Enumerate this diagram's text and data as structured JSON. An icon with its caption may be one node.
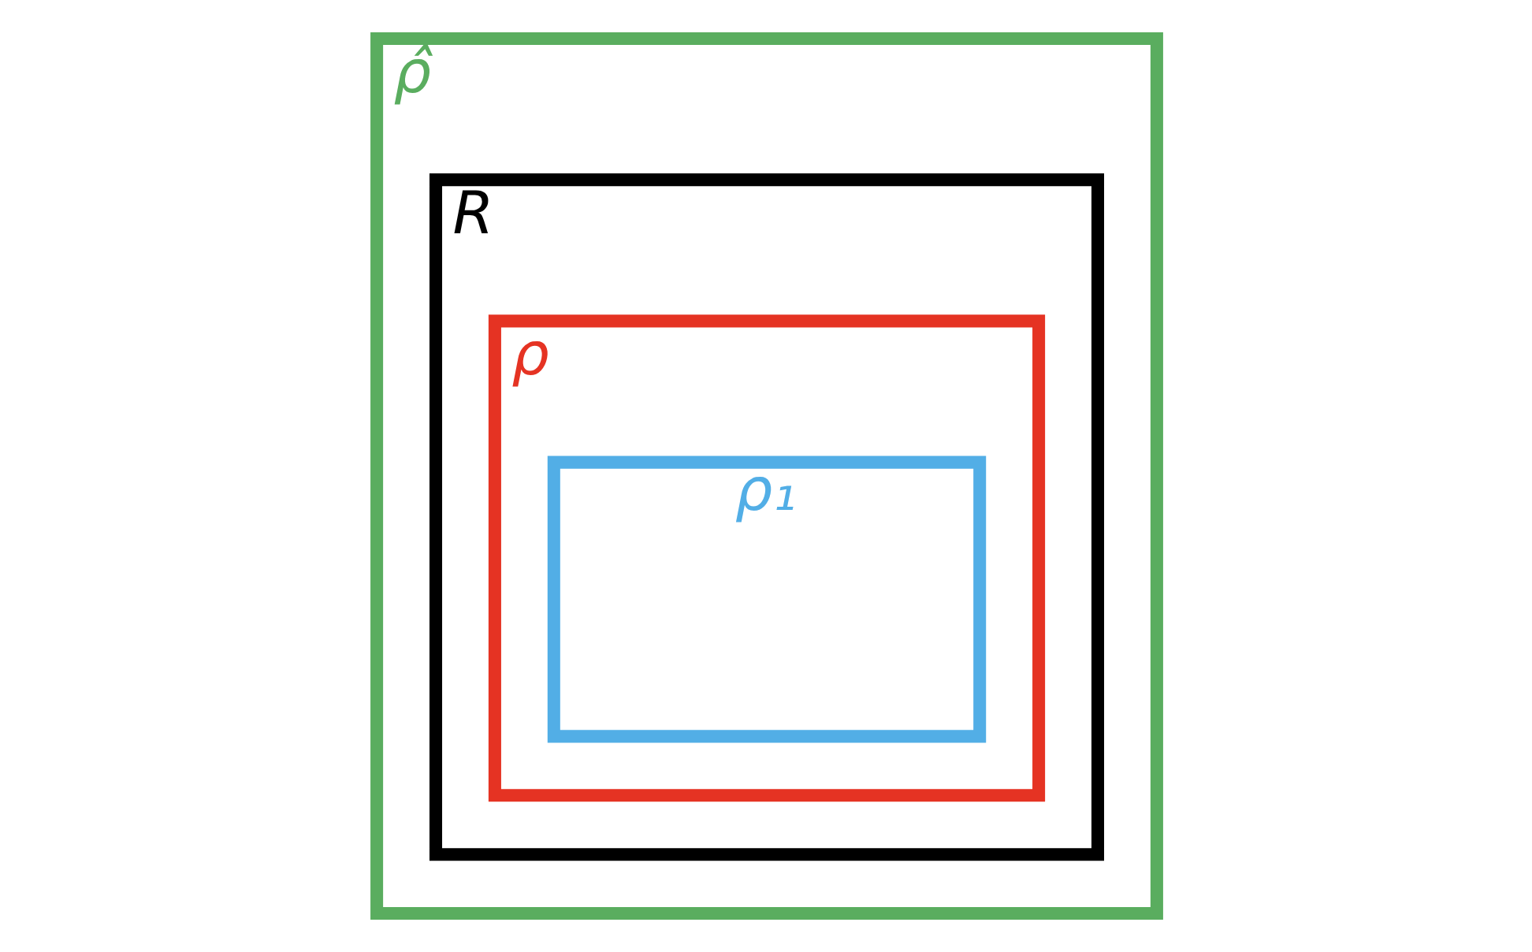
{
  "diagram": {
    "nodes": [
      {
        "text": [
          "ρ̂"
        ]
      },
      {
        "text": [
          "R"
        ],
        "in": 0
      },
      {
        "text": [
          "ρ"
        ],
        "in": 1
      },
      {
        "text": [
          "ρ₁"
        ],
        "in": 2
      }
    ]
  }
}
